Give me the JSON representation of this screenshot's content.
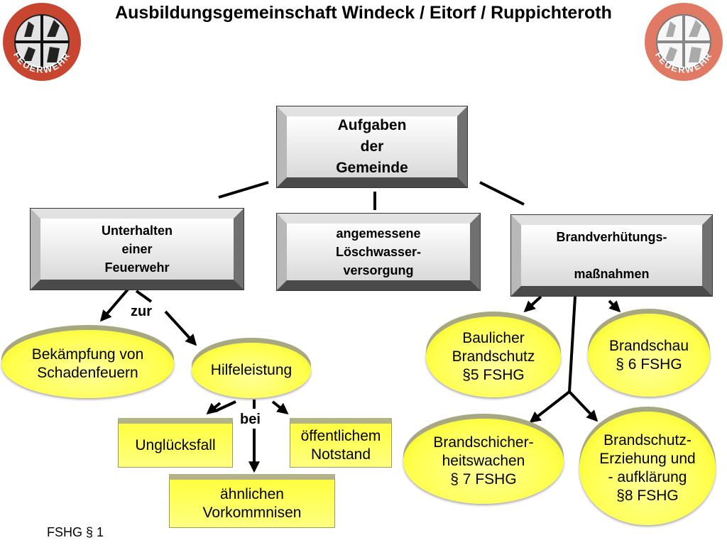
{
  "title": "Ausbildungsgemeinschaft Windeck / Eitorf / Ruppichteroth",
  "logo_text": "FEUERWEHR",
  "nodes": {
    "root": "Aufgaben\nder\nGemeinde",
    "unterhalten": "Unterhalten\neiner\nFeuerwehr",
    "loeschwasser": "angemessene\nLöschwasser-\nversorgung",
    "brandverhuetung": "Brandverhütungs-\n\nmaßnahmen",
    "bekaempfung": "Bekämpfung von\nSchadenfeuern",
    "hilfeleistung": "Hilfeleistung",
    "ungluecksfall": "Unglücksfall",
    "notstand": "öffentlichem\nNotstand",
    "vorkommnisse": "ähnlichen\nVorkommnisen",
    "baulicher": "Baulicher\nBrandschutz\n§5 FSHG",
    "brandschau": "Brandschau\n§ 6 FSHG",
    "brandsicherheit": "Brandschicher-\nheitswachen\n§ 7 FSHG",
    "erziehung": "Brandschutz-\nErziehung und\n- aufklärung\n§8 FSHG"
  },
  "labels": {
    "zur": "zur",
    "bei": "bei"
  },
  "footer": "FSHG § 1",
  "colors": {
    "logo_red": "#c8452f",
    "logo_fill_left": "#e3e3e3",
    "logo_fill_right": "#f7f7f7",
    "ellipse_yellow": "#ffff4a",
    "rect_yellow": "#ffff40"
  }
}
